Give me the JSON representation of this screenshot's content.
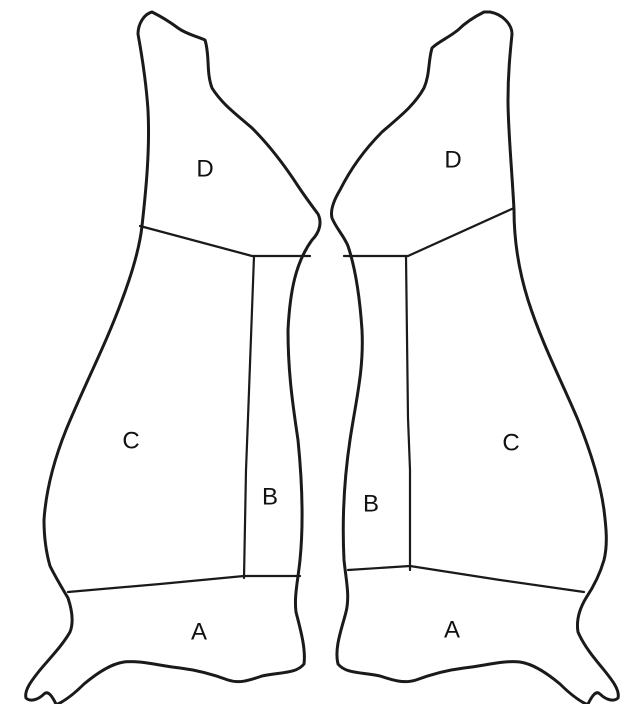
{
  "diagram": {
    "left_half": {
      "labels": {
        "D": "D",
        "C": "C",
        "B": "B",
        "A": "A"
      }
    },
    "right_half": {
      "labels": {
        "D": "D",
        "C": "C",
        "B": "B",
        "A": "A"
      }
    },
    "colors": {
      "line": "#1a1a1a",
      "background": "#ffffff"
    }
  }
}
